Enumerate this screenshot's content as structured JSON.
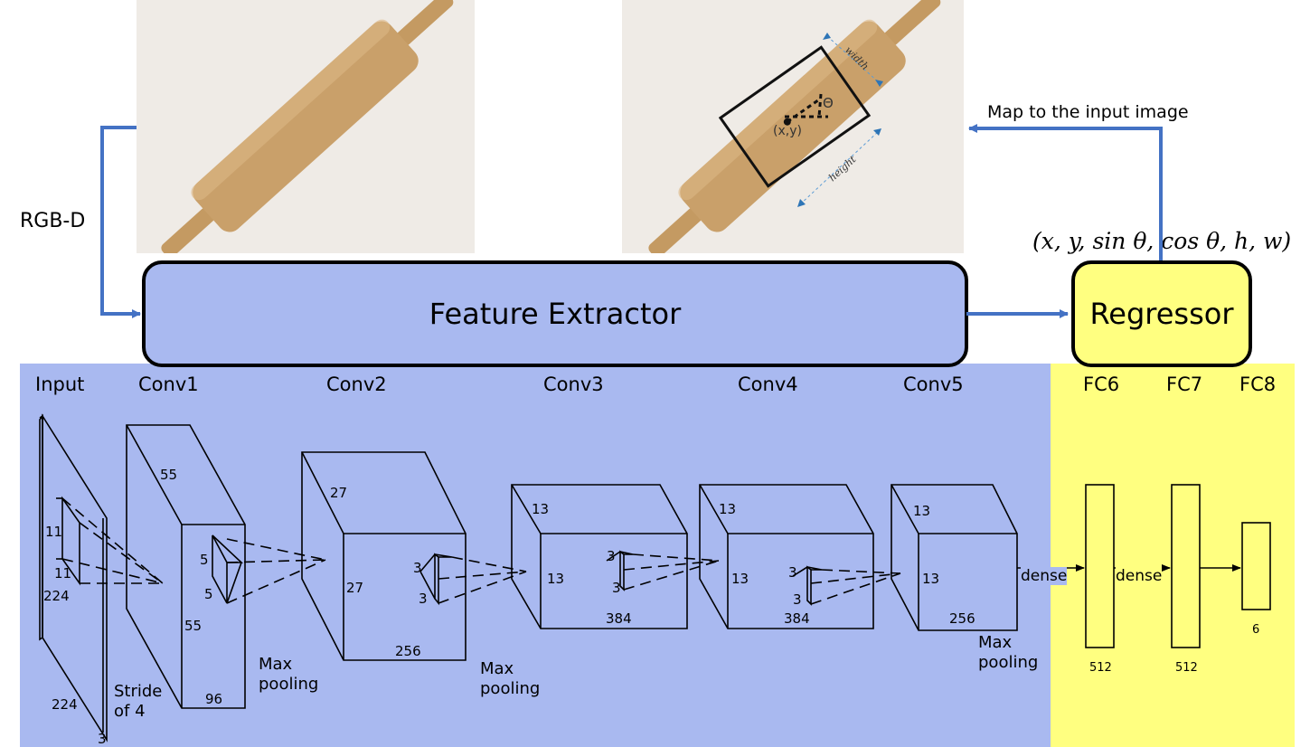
{
  "left_label": "RGB-D",
  "map_label": "Map to the input image",
  "output_formula": "(x, y, sin θ, cos θ, h, w)",
  "feature_extractor_label": "Feature Extractor",
  "regressor_label": "Regressor",
  "grasp": {
    "point": "(x,y)",
    "angle": "Θ",
    "width": "width",
    "height": "height"
  },
  "layers": {
    "input": {
      "title": "Input",
      "dims": [
        "224",
        "224",
        "3"
      ],
      "kernel": [
        "11",
        "11"
      ]
    },
    "conv1": {
      "title": "Conv1",
      "dims": [
        "55",
        "55",
        "96"
      ],
      "kernel": [
        "5",
        "5"
      ],
      "note": "Stride of 4"
    },
    "conv2": {
      "title": "Conv2",
      "dims": [
        "27",
        "27",
        "256"
      ],
      "kernel": [
        "3",
        "3"
      ],
      "note": "Max pooling"
    },
    "conv3": {
      "title": "Conv3",
      "dims": [
        "13",
        "13",
        "384"
      ],
      "kernel": [
        "3",
        "3"
      ]
    },
    "conv4": {
      "title": "Conv4",
      "dims": [
        "13",
        "13",
        "384"
      ],
      "kernel": [
        "3",
        "3"
      ]
    },
    "conv5": {
      "title": "Conv5",
      "dims": [
        "13",
        "13",
        "256"
      ],
      "note": "Max pooling"
    },
    "pool1_note": "Max pooling",
    "fc6": {
      "title": "FC6",
      "size": "512"
    },
    "fc7": {
      "title": "FC7",
      "size": "512"
    },
    "fc8": {
      "title": "FC8",
      "size": "6"
    },
    "dense1": "dense",
    "dense2": "dense"
  },
  "colors": {
    "blue_panel": "#a9b9f0",
    "yellow_panel": "#ffff80",
    "regressor_fill": "#ffff80",
    "arrow_blue": "#4472c4"
  }
}
